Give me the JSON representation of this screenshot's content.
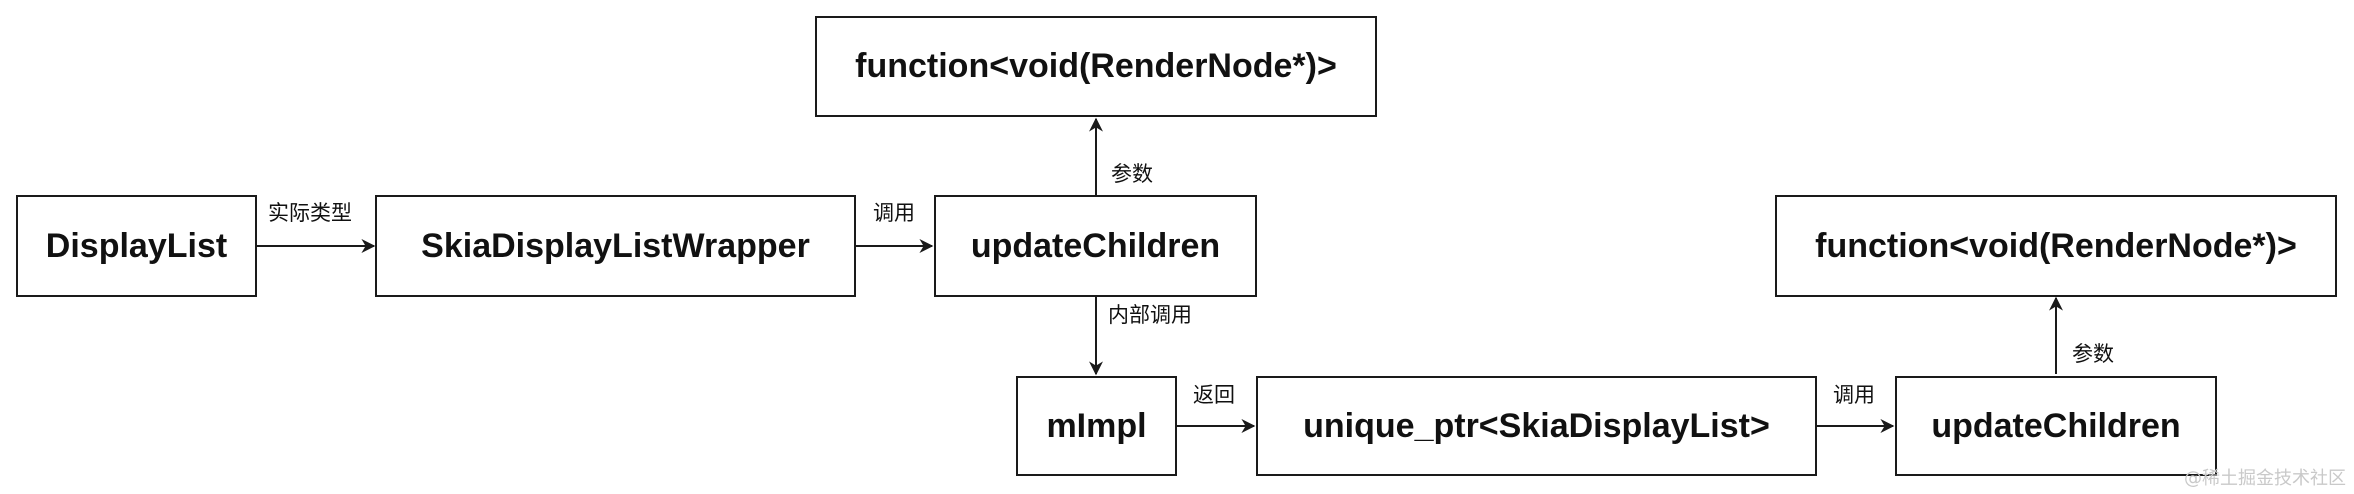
{
  "nodes": {
    "display_list": "DisplayList",
    "skia_wrapper": "SkiaDisplayListWrapper",
    "update_children_1": "updateChildren",
    "function_void_1": "function<void(RenderNode*)>",
    "mimpl": "mImpl",
    "unique_ptr": "unique_ptr<SkiaDisplayList>",
    "update_children_2": "updateChildren",
    "function_void_2": "function<void(RenderNode*)>"
  },
  "edges": {
    "actual_type": "实际类型",
    "call_1": "调用",
    "param_1": "参数",
    "internal_call": "内部调用",
    "returns": "返回",
    "call_2": "调用",
    "param_2": "参数"
  },
  "watermark": "@稀土掘金技术社区"
}
